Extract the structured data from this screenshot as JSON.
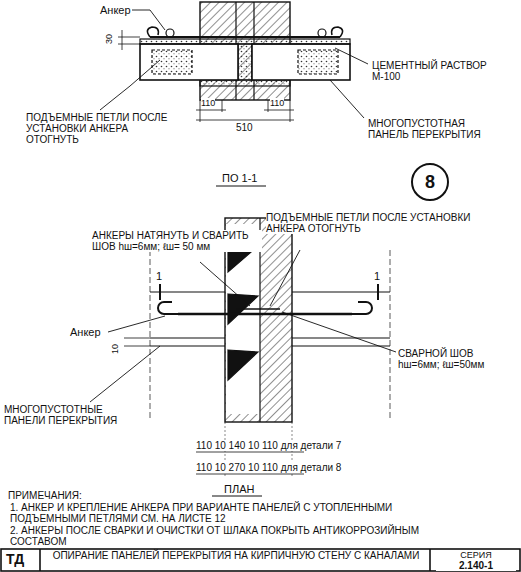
{
  "diagram": {
    "nodes": [
      {
        "text": [
          "8"
        ]
      }
    ],
    "labels": [
      "Анкер",
      "30",
      "ЦЕМЕНТНЫЙ РАСТВОР М-100",
      "ПОДЪЕМНЫЕ ПЕТЛИ ПОСЛЕ УСТАНОВКИ АНКЕРА ОТОГНУТЬ",
      "110",
      "110",
      "510",
      "МНОГОПУСТОТНАЯ ПАНЕЛЬ ПЕРЕКРЫТИЯ",
      "ПО 1-1",
      "АНКЕРЫ НАТЯНУТЬ И СВАРИТЬ ШОВ hш=6мм; ℓш= 50 мм",
      "ПОДЪЕМНЫЕ ПЕТЛИ ПОСЛЕ УСТАНОВКИ АНКЕРА ОТОГНУТЬ",
      "1",
      "1",
      "Анкер",
      "СВАРНОЙ ШОВ hш=6мм; ℓш=50мм",
      "10",
      "МНОГОПУСТОТНЫЕ ПАНЕЛИ ПЕРЕКРЫТИЯ",
      "110 10 140 10 110 для детали 7",
      "110 10 270 10 110 для детали 8",
      "ПЛАН",
      "ПРИМЕЧАНИЯ:",
      "1. АНКЕР И КРЕПЛЕНИЕ АНКЕРА ПРИ ВАРИАНТЕ ПАНЕЛЕЙ С УТОПЛЕННЫМИ ПОДЪЕМНЫМИ ПЕТЛЯМИ СМ. НА ЛИСТЕ 12",
      "2. АНКЕРЫ ПОСЛЕ СВАРКИ И ОЧИСТКИ ОТ ШЛАКА ПОКРЫТЬ АНТИКОРРОЗИЙНЫМ СОСТАВОМ",
      "ТД",
      "ОПИРАНИЕ ПАНЕЛЕЙ ПЕРЕКРЫТИЯ НА КИРПИЧНУЮ СТЕНУ С КАНАЛАМИ",
      "СЕРИЯ",
      "2.140-1"
    ]
  }
}
